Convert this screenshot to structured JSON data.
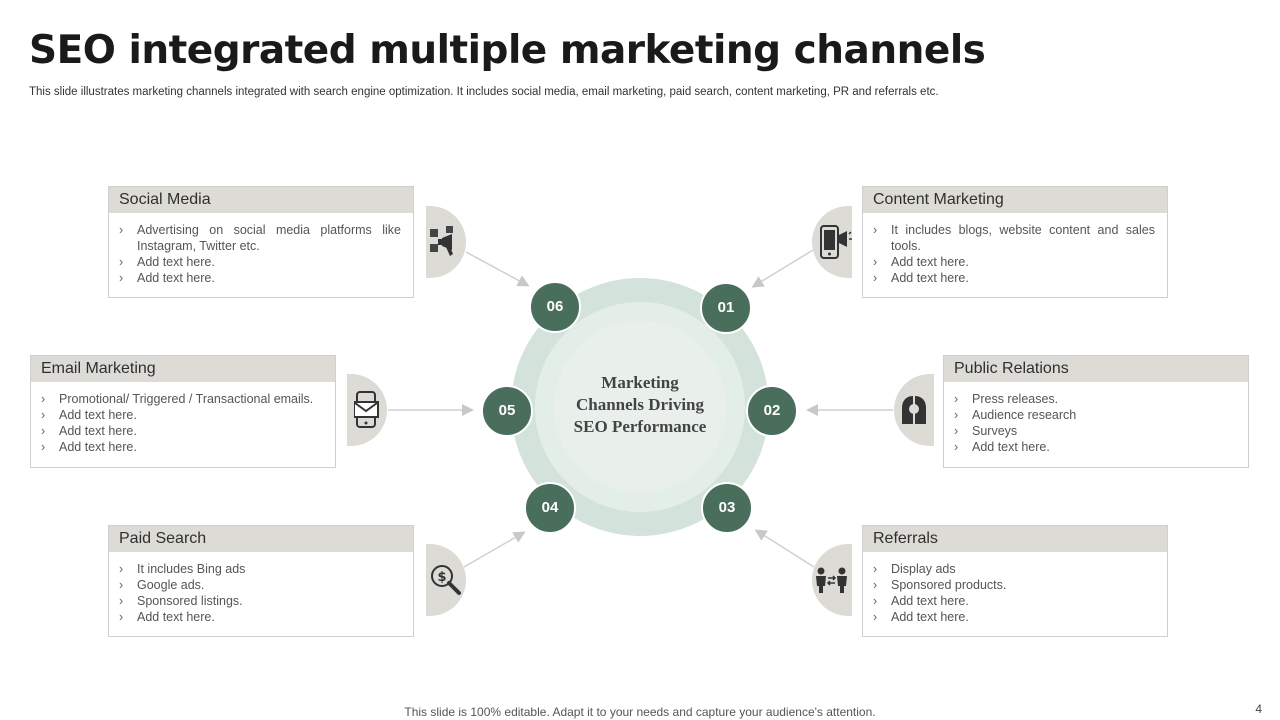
{
  "title": "SEO integrated multiple marketing channels",
  "subtitle": "This slide illustrates marketing channels integrated with search engine optimization. It includes social media, email marketing, paid search, content marketing, PR and referrals etc.",
  "center": {
    "line1": "Marketing",
    "line2": "Channels Driving",
    "line3": "SEO Performance"
  },
  "numbers": [
    "01",
    "02",
    "03",
    "04",
    "05",
    "06"
  ],
  "cards": {
    "social_media": {
      "heading": "Social Media",
      "items": [
        "Advertising on social media platforms like Instagram, Twitter etc.",
        "Add text here.",
        "Add text here."
      ]
    },
    "email_marketing": {
      "heading": "Email Marketing",
      "items": [
        "Promotional/ Triggered  / Transactional emails.",
        "Add text here.",
        "Add text here.",
        "Add text here."
      ]
    },
    "paid_search": {
      "heading": "Paid Search",
      "items": [
        "It includes Bing ads",
        "Google ads.",
        "Sponsored  listings.",
        "Add text here."
      ]
    },
    "content_marketing": {
      "heading": "Content Marketing",
      "items": [
        "It includes blogs, website content and sales tools.",
        "Add text here.",
        "Add text here."
      ]
    },
    "public_relations": {
      "heading": "Public Relations",
      "items": [
        "Press releases.",
        "Audience research",
        "Surveys",
        "Add text here."
      ]
    },
    "referrals": {
      "heading": "Referrals",
      "items": [
        "Display ads",
        "Sponsored products.",
        "Add text here.",
        "Add text here."
      ]
    }
  },
  "icons": {
    "social_media": "social-megaphone-icon",
    "email_marketing": "mobile-email-icon",
    "paid_search": "dollar-search-icon",
    "content_marketing": "mobile-megaphone-icon",
    "public_relations": "pr-heads-icon",
    "referrals": "people-referral-icon"
  },
  "colors": {
    "accent": "#4a6e5c",
    "ring": "#d3e3dc",
    "header_bg": "#dcdbd6"
  },
  "footer": "This slide is 100% editable. Adapt it to your needs and capture your audience's attention.",
  "page_number": "4"
}
